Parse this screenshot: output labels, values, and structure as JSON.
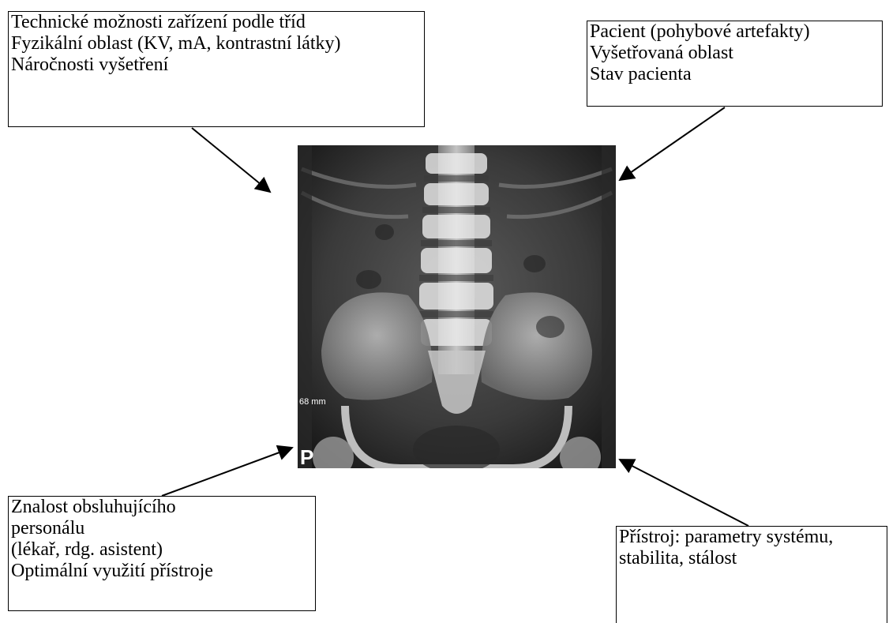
{
  "boxes": {
    "top_left": {
      "lines": [
        "Technické možnosti zařízení podle tříd",
        "Fyzikální oblast (KV, mA, kontrastní látky)",
        "Náročnosti vyšetření"
      ]
    },
    "top_right": {
      "lines": [
        "Pacient (pohybové artefakty)",
        "Vyšetřovaná oblast",
        "Stav pacienta"
      ]
    },
    "bottom_left": {
      "lines": [
        "Znalost obsluhujícího personálu",
        "(lékař, rdg. asistent)",
        "Optimální využití přístroje"
      ]
    },
    "bottom_right": {
      "lines": [
        "Přístroj:  parametry systému, stabilita, stálost"
      ]
    }
  },
  "xray": {
    "scale_label": "68 mm",
    "marker": "P"
  }
}
